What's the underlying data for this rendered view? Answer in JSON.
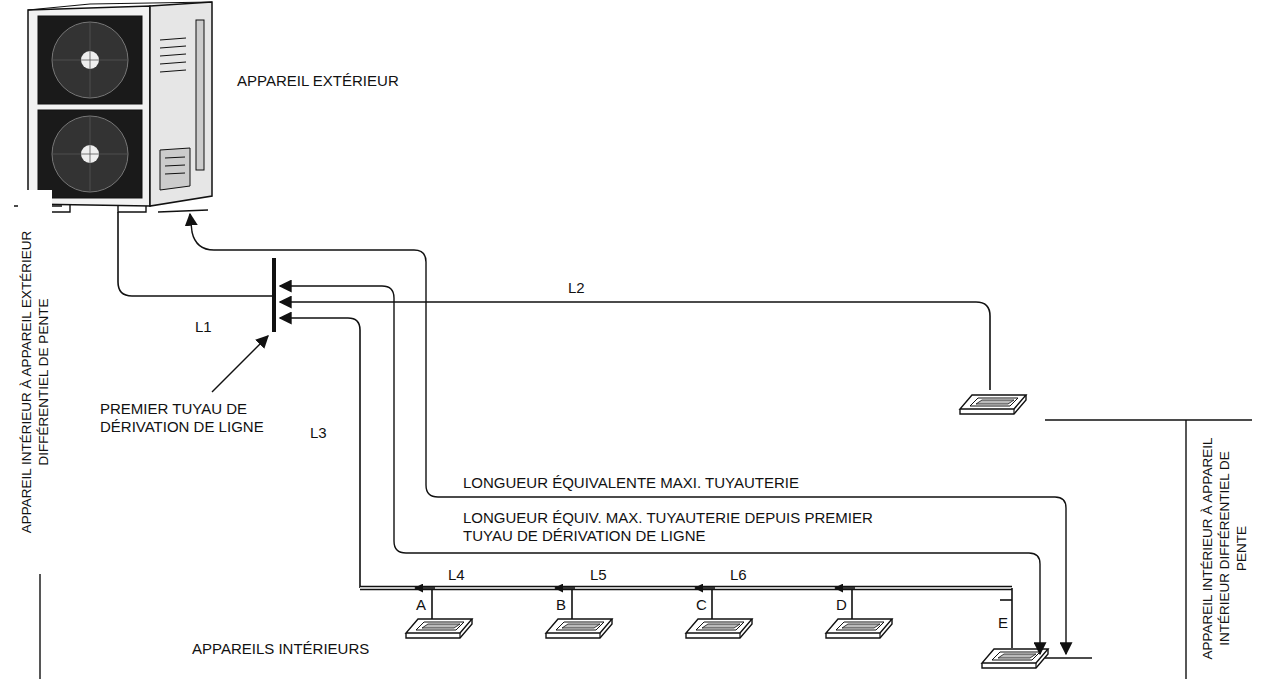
{
  "diagram": {
    "labels": [
      "APPAREIL EXTÉRIEUR",
      "L2",
      "L1",
      "PREMIER TUYAU DE DÉRIVATION DE LIGNE",
      "L3",
      "LONGUEUR ÉQUIVALENTE MAXI. TUYAUTERIE",
      "LONGUEUR ÉQUIV. MAX. TUYAUTERIE DEPUIS PREMIER TUYAU DE DÉRIVATION DE LIGNE",
      "L4",
      "L5",
      "L6",
      "A",
      "B",
      "C",
      "D",
      "E",
      "APPAREILS INTÉRIEURS",
      "APPAREIL INTÉRIEUR À APPAREIL EXTÉRIEUR DIFFÉRENTIEL DE PENTE",
      "APPAREIL INTÉRIEUR À APPAREIL INTÉRIEUR DIFFÉRENTIEL DE PENTE"
    ]
  }
}
